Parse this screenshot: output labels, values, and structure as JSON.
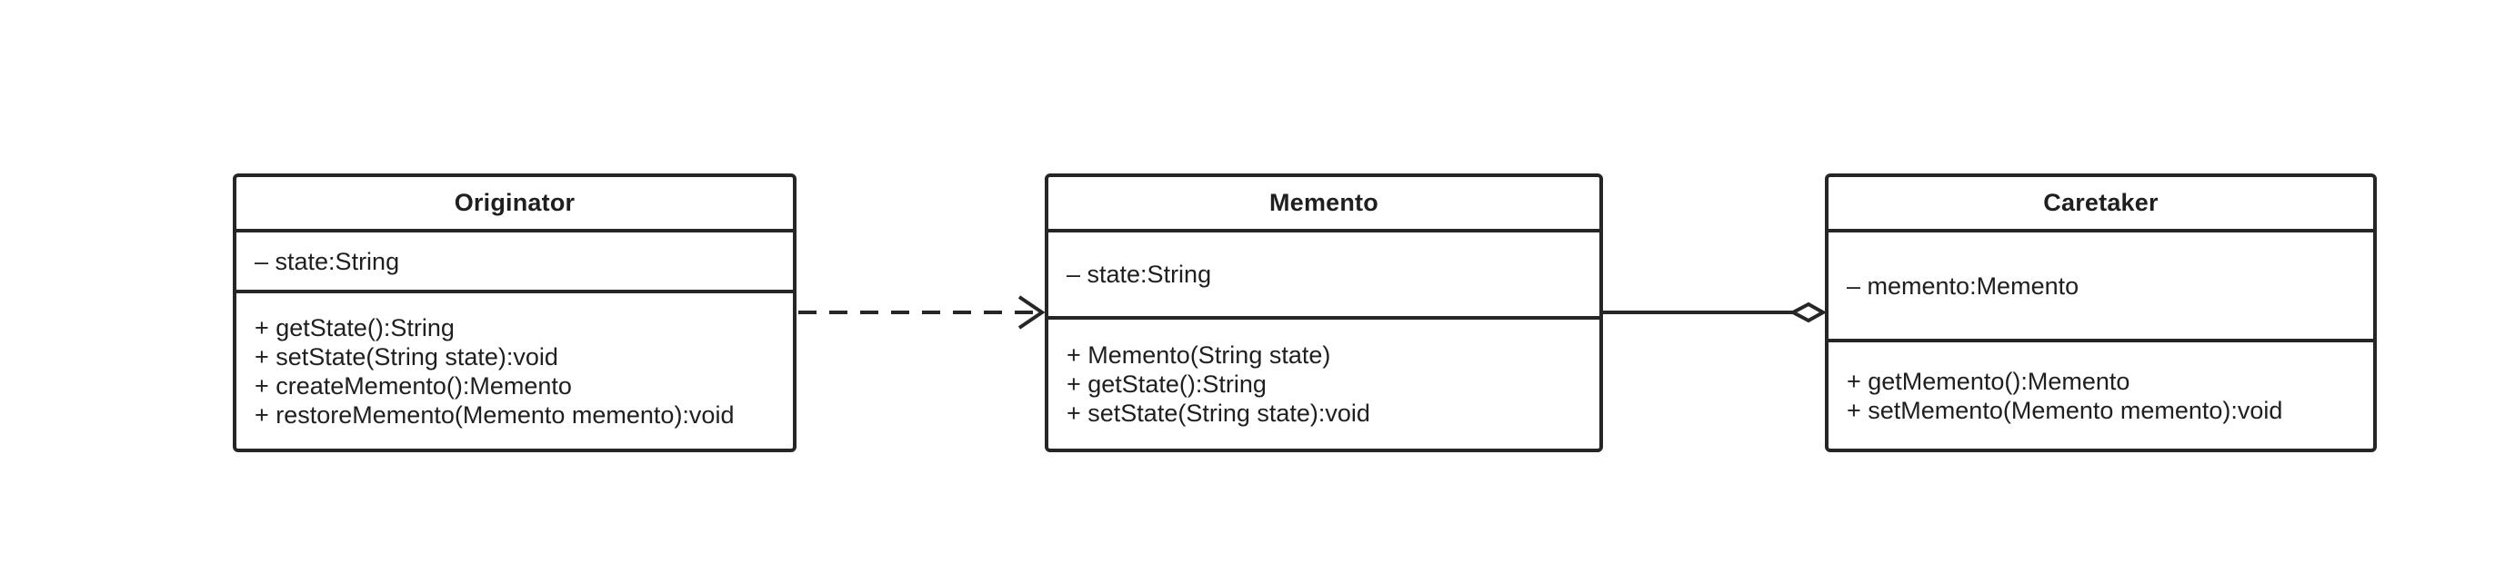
{
  "diagram": {
    "classes": [
      {
        "key": "originator",
        "name": "Originator",
        "attributes": [
          "– state:String"
        ],
        "operations": [
          "+ getState():String",
          "+ setState(String state):void",
          "+ createMemento():Memento",
          "+ restoreMemento(Memento memento):void"
        ]
      },
      {
        "key": "memento",
        "name": "Memento",
        "attributes": [
          "– state:String"
        ],
        "operations": [
          "+ Memento(String state)",
          "+ getState():String",
          "+ setState(String state):void"
        ]
      },
      {
        "key": "caretaker",
        "name": "Caretaker",
        "attributes": [
          "– memento:Memento"
        ],
        "operations": [
          "+ getMemento():Memento",
          "+ setMemento(Memento memento):void"
        ]
      }
    ],
    "relations": [
      {
        "from": "Originator",
        "to": "Memento",
        "type": "dependency",
        "line_style": "dashed",
        "arrowhead": "open-arrow"
      },
      {
        "from": "Memento",
        "to": "Caretaker",
        "type": "aggregation",
        "line_style": "solid",
        "arrowhead": "hollow-diamond"
      }
    ],
    "colors": {
      "stroke": "#262626",
      "background": "#ffffff",
      "text": "#1f1f1f"
    }
  }
}
